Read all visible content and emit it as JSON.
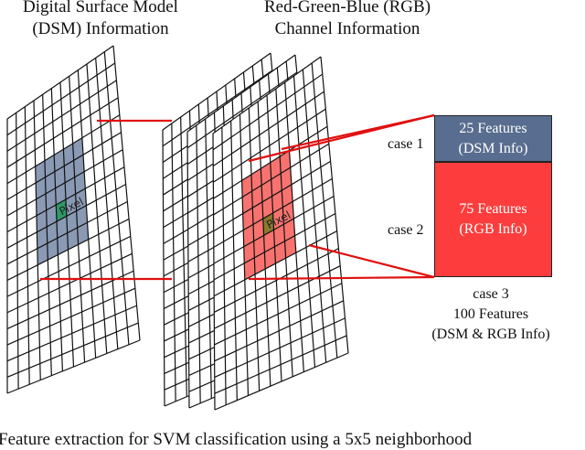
{
  "titles": {
    "dsm_line1": "Digital Surface Model",
    "dsm_line2": "(DSM)  Information",
    "rgb_line1": "Red-Green-Blue (RGB)",
    "rgb_line2": "Channel Information"
  },
  "pixel_label": "Pixel",
  "cases": {
    "case1": "case 1",
    "case2": "case 2",
    "case3": "case 3"
  },
  "feature_boxes": {
    "dsm_count": "25 Features",
    "dsm_info": "(DSM Info)",
    "rgb_count": "75 Features",
    "rgb_info": "(RGB Info)",
    "dsm_color": "#586d8f",
    "rgb_color": "#fd3d3d"
  },
  "combined": {
    "count": "100 Features",
    "info": "(DSM & RGB Info)"
  },
  "caption": "Feature extraction for SVM classification using a 5x5 neighborhood",
  "colors": {
    "dsm_window": "#8a9ab5",
    "rgb_window": "#f8736f",
    "dsm_pixel": "#2e9a6a",
    "rgb_pixel": "#8a7a2e",
    "connector": "#e01010",
    "grid": "#111111"
  }
}
